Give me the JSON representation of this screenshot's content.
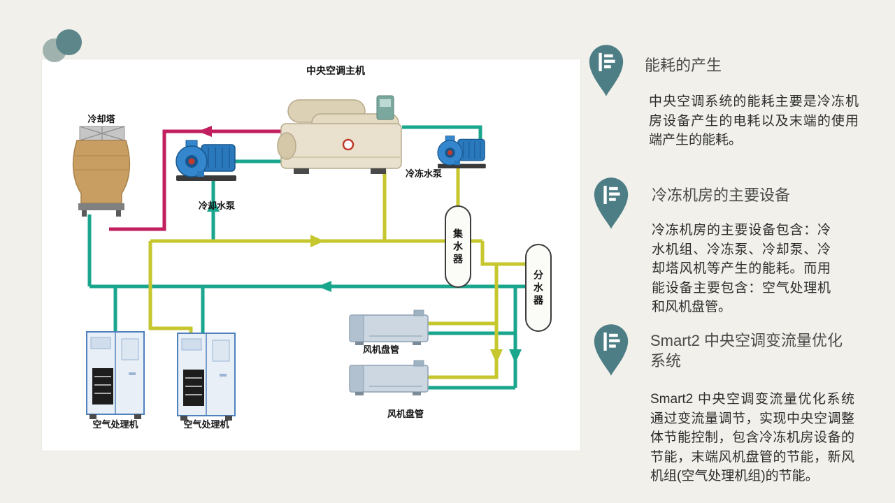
{
  "theme": {
    "accent": "#4e7e85",
    "background": "#f1f0ea",
    "panel": "#ffffff"
  },
  "diagram": {
    "labels": {
      "main_unit": "中央空调主机",
      "cooling_tower": "冷却塔",
      "cooling_pump": "冷却水泵",
      "chilled_pump": "冷冻水泵",
      "collector": "集水器",
      "distributor": "分水器",
      "fan_coil_top": "风机盘管",
      "fan_coil_bottom": "风机盘管",
      "ahu_left": "空气处理机",
      "ahu_right": "空气处理机"
    },
    "pipe_colors": {
      "hot": "#c21f5e",
      "supply": "#c6c62e",
      "return": "#1aa58d"
    }
  },
  "sections": [
    {
      "title": "能耗的产生",
      "body": "中央空调系统的能耗主要是冷冻机房设备产生的电耗以及末端的使用端产生的能耗。"
    },
    {
      "title": "冷冻机房的主要设备",
      "body": "冷冻机房的主要设备包含：冷水机组、冷冻泵、冷却泵、冷却塔风机等产生的能耗。而用能设备主要包含：空气处理机和风机盘管。"
    },
    {
      "title": "Smart2 中央空调变流量优化系统",
      "body": "Smart2 中央空调变流量优化系统通过变流量调节，实现中央空调整体节能控制，包含冷冻机房设备的节能，末端风机盘管的节能，新风机组(空气处理机组)的节能。"
    }
  ]
}
